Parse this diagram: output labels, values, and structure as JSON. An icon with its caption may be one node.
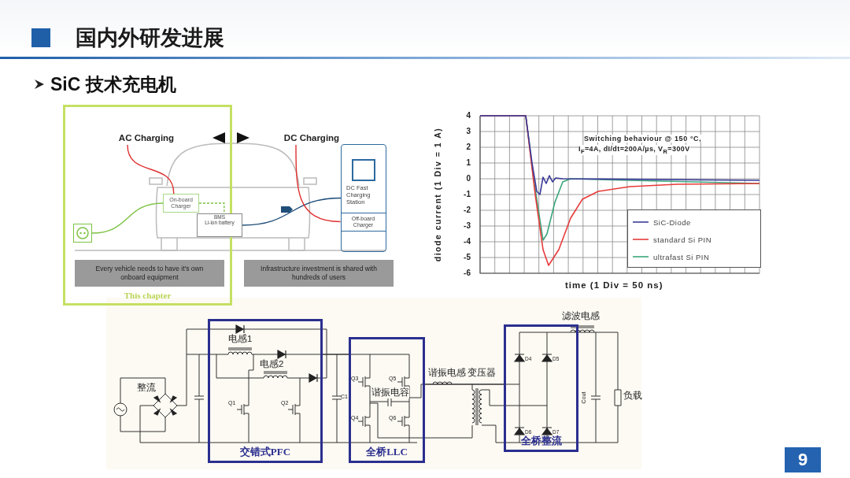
{
  "diagram": {
    "title": "国内外研发进展",
    "nodes": [
      {
        "text": [
          "This chapter"
        ]
      },
      {
        "text": [
          "AC Charging"
        ],
        "in": 0
      },
      {
        "text": [
          "On-board Charger"
        ],
        "in": 0
      },
      {
        "text": [
          "BMS",
          "Li-ion battery"
        ]
      },
      {
        "text": [],
        "shape": "picture",
        "in": 0
      },
      {
        "text": [
          "Every vehicle needs to have it's own onboard equipment"
        ],
        "in": 0
      },
      {
        "text": [
          "DC Charging"
        ]
      },
      {
        "text": [
          "DC Fast Charging Station"
        ]
      },
      {
        "text": [
          "Off-board Charger"
        ],
        "in": 7
      },
      {
        "text": [
          "Infrastructure investment is shared with hundreds of users"
        ]
      },
      {
        "text": [
          "交错式PFC"
        ]
      },
      {
        "text": [
          "全桥LLC"
        ]
      },
      {
        "text": [
          "全桥整流"
        ]
      }
    ],
    "edges": [
      {
        "from": 1,
        "to": 2,
        "arrow": "none",
        "color": "#e03030"
      },
      {
        "from": 4,
        "to": 2,
        "arrow": "none",
        "color": "#7cc242"
      },
      {
        "from": 2,
        "to": 3,
        "arrow": "none",
        "style": "dashed",
        "color": "#7cc242"
      },
      {
        "from": 7,
        "to": 3,
        "arrow": "none",
        "color": "#1f4e79"
      },
      {
        "from": 6,
        "to": 8,
        "arrow": "none",
        "color": "#e03030"
      },
      {
        "from": 10,
        "to": 11,
        "arrow": "none",
        "color": "#333333"
      },
      {
        "from": 11,
        "to": 12,
        "arrow": "none",
        "color": "#333333"
      }
    ],
    "labels": [
      "SiC 技术充电机",
      "4",
      "3",
      "2",
      "1",
      "0",
      "-1",
      "-2",
      "-3",
      "-4",
      "-5",
      "-6",
      "diode current (1 Div = 1 A)",
      "Switching behaviour @ 150 °C,",
      "I$_{F}$=4A, dI/dt=200A/µs, V$_{R}$=300V",
      "time (1 Div = 50 ns)",
      "整流",
      "电感1",
      "电感2",
      "Q1",
      "Q2",
      "C1",
      "Q3",
      "Q5",
      "谐振电容",
      "Q4",
      "Q6",
      "谐振电感",
      "变压器",
      "滤波电感",
      "D4",
      "D5",
      "D6",
      "D7",
      "Cout",
      "负载",
      "9"
    ],
    "legend": [
      {
        "text": "SiC-Diode"
      },
      {
        "text": "standard Si PIN"
      },
      {
        "text": "ultrafast Si PIN"
      }
    ]
  }
}
